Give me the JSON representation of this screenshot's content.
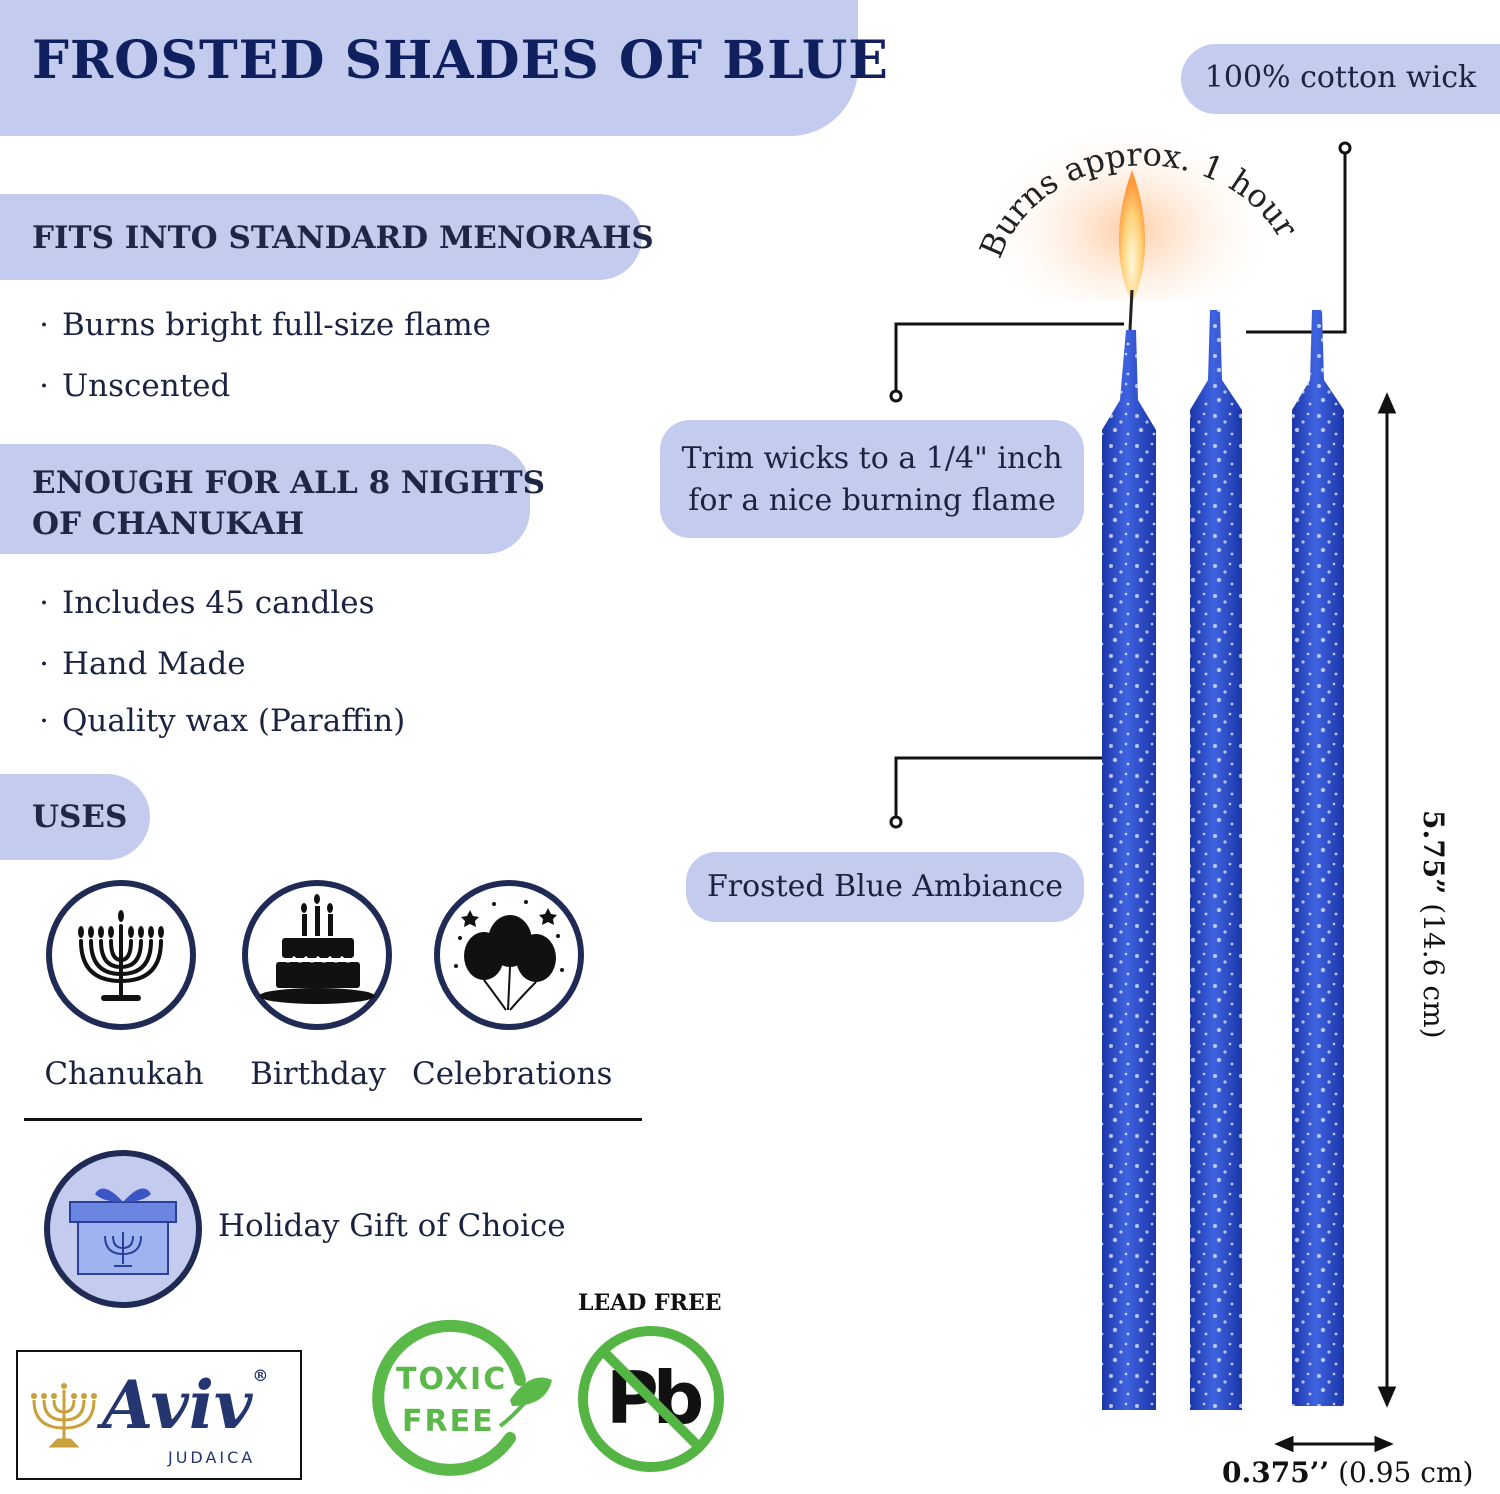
{
  "title": "FROSTED SHADES OF BLUE",
  "sections": {
    "fits": {
      "heading": "FITS INTO STANDARD MENORAHS",
      "bullets": [
        "Burns bright full-size flame",
        "Unscented"
      ]
    },
    "enough": {
      "heading_line1": "ENOUGH FOR ALL 8 NIGHTS",
      "heading_line2": "OF CHANUKAH",
      "bullets": [
        "Includes 45 candles",
        "Hand Made",
        "Quality wax (Paraffin)"
      ]
    },
    "uses": {
      "heading": "USES",
      "items": [
        {
          "label": "Chanukah",
          "icon": "menorah-icon"
        },
        {
          "label": "Birthday",
          "icon": "birthday-cake-icon"
        },
        {
          "label": "Celebrations",
          "icon": "balloons-icon"
        }
      ]
    }
  },
  "gift": {
    "label": "Holiday Gift of Choice",
    "icon": "gift-box-icon"
  },
  "brand": {
    "name": "Aviv",
    "registered": "®",
    "sub": "JUDAICA"
  },
  "badges": {
    "toxic_free_line1": "TOXIC",
    "toxic_free_line2": "FREE",
    "lead_free_caption": "LEAD FREE",
    "lead_symbol": "Pb"
  },
  "callouts": {
    "wick": "100% cotton wick",
    "burn_time": "Burns approx. 1 hour",
    "trim_line1": "Trim wicks to a 1/4\" inch",
    "trim_line2": "for a nice burning flame",
    "ambiance": "Frosted Blue Ambiance"
  },
  "dimensions": {
    "height_bold": "5.75”",
    "height_rest": " (14.6 cm)",
    "width_bold": "0.375’’",
    "width_rest": " (0.95 cm)"
  },
  "colors": {
    "pill": "#c3cbee",
    "title": "#10205e",
    "candle_blue": "#2446c8",
    "badge_green": "#5ab949",
    "lead_green": "#54b444"
  }
}
